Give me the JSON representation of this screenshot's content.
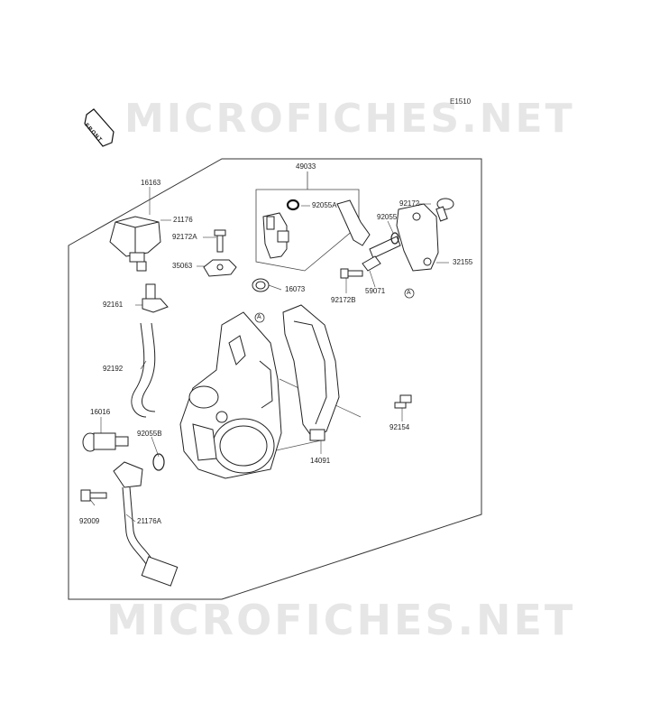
{
  "diagram_code": "E1510",
  "front_label": "FRONT",
  "watermark_top": "MICROFICHES.NET",
  "watermark_bottom": "MICROFICHES.NET",
  "callouts": {
    "p16163": "16163",
    "p21176": "21176",
    "p92172A": "92172A",
    "p35063": "35063",
    "p92161": "92161",
    "p92192": "92192",
    "p16016": "16016",
    "p92055B": "92055B",
    "p92009": "92009",
    "p21176A": "21176A",
    "p49033": "49033",
    "p92055A": "92055A",
    "p16073": "16073",
    "p92172": "92172",
    "p92055": "92055",
    "p32155": "32155",
    "p92172B": "92172B",
    "p59071": "59071",
    "p92154": "92154",
    "p14091": "14091",
    "refA1": "A",
    "refA2": "A"
  }
}
